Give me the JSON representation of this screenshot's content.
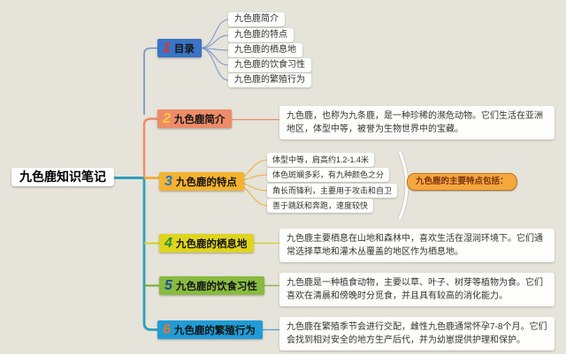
{
  "main_title": "九色鹿知识笔记",
  "catalog": {
    "num": "1",
    "label": "目录",
    "items": [
      "九色鹿简介",
      "九色鹿的特点",
      "九色鹿的栖息地",
      "九色鹿的饮食习性",
      "九色鹿的繁殖行为"
    ]
  },
  "intro": {
    "num": "2",
    "label": "九色鹿简介",
    "detail": "九色鹿，也称为九条鹿，是一种珍稀的濒危动物。它们生活在亚洲地区，体型中等，被誉为生物世界中的宝藏。"
  },
  "features": {
    "num": "3",
    "label": "九色鹿的特点",
    "items": [
      "体型中等，肩高约1.2-1.4米",
      "体色斑斓多彩，有九种颜色之分",
      "角长而锋利，主要用于攻击和自卫",
      "善于跳跃和奔跑，速度较快"
    ],
    "callout": "九色鹿的主要特点包括："
  },
  "habitat": {
    "num": "4",
    "label": "九色鹿的栖息地",
    "detail": "九色鹿主要栖息在山地和森林中，喜欢生活在湿润环境下。它们通常选择草地和灌木丛覆盖的地区作为栖息地。"
  },
  "diet": {
    "num": "5",
    "label": "九色鹿的饮食习性",
    "detail": "九色鹿是一种植食动物，主要以草、叶子、树芽等植物为食。它们喜欢在清晨和傍晚时分觅食，并且具有较高的消化能力。"
  },
  "reproduction": {
    "num": "6",
    "label": "九色鹿的繁殖行为",
    "detail": "九色鹿在繁殖季节会进行交配，雌性九色鹿通常怀孕7-8个月。它们会找到相对安全的地方生产后代，并为幼崽提供护理和保护。"
  },
  "colors": {
    "background": "#e6e3da",
    "spine_teal": "#2e9fba",
    "branch1_blue": "#3a74c5",
    "branch2_salmon": "#ee8b68",
    "branch3_amber": "#f4b32f",
    "branch4_yellow": "#dfd41e",
    "branch5_green": "#88bb3f",
    "branch6_blue": "#1f9cd7",
    "num1": "#d9342f",
    "num2": "#f6cf3a",
    "num3": "#1f78c8",
    "num4": "#2e8f3e",
    "num5": "#1b4e96",
    "num6": "#e2762b",
    "callout_bg": "#f5a73e",
    "callout_border": "#c0761d",
    "callout_text": "#7d3310",
    "card_bg": "#fdfdfb"
  }
}
